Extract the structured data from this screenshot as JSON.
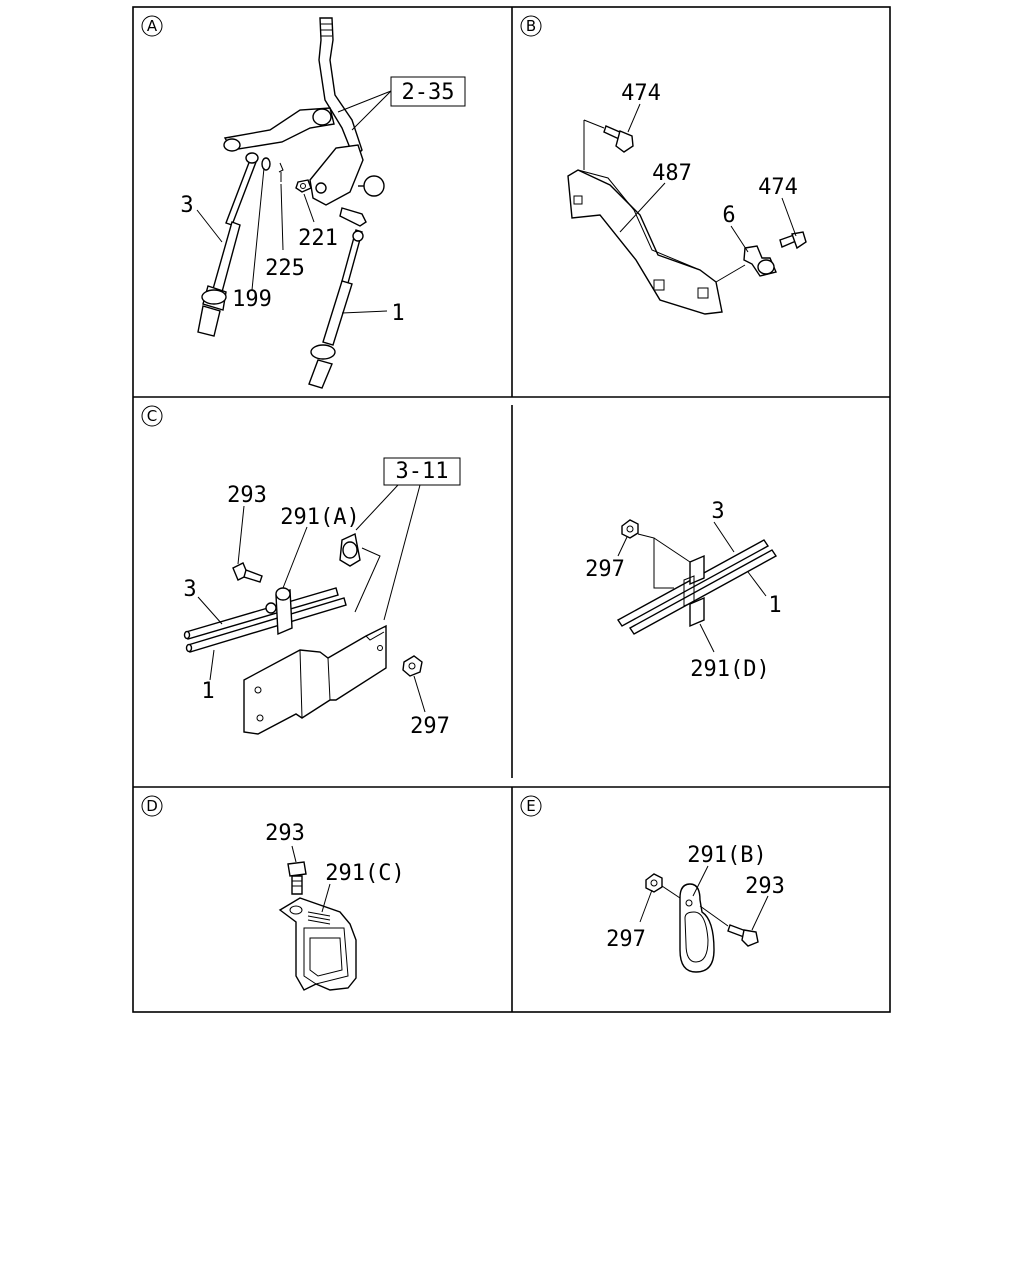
{
  "panels": {
    "A": {
      "marker": "A",
      "ref_box": "2-35",
      "labels": {
        "p1": "1",
        "p3": "3",
        "p199": "199",
        "p221": "221",
        "p225": "225"
      }
    },
    "B": {
      "marker": "B",
      "labels": {
        "p474_top": "474",
        "p487": "487",
        "p6": "6",
        "p474_right": "474"
      }
    },
    "C": {
      "marker": "C",
      "ref_box": "3-11",
      "labels": {
        "p293": "293",
        "p291a": "291(A)",
        "p3": "3",
        "p1": "1",
        "p297": "297"
      }
    },
    "C2": {
      "labels": {
        "p3": "3",
        "p297": "297",
        "p1": "1",
        "p291d": "291(D)"
      }
    },
    "D": {
      "marker": "D",
      "labels": {
        "p293": "293",
        "p291c": "291(C)"
      }
    },
    "E": {
      "marker": "E",
      "labels": {
        "p291b": "291(B)",
        "p293": "293",
        "p297": "297"
      }
    }
  }
}
